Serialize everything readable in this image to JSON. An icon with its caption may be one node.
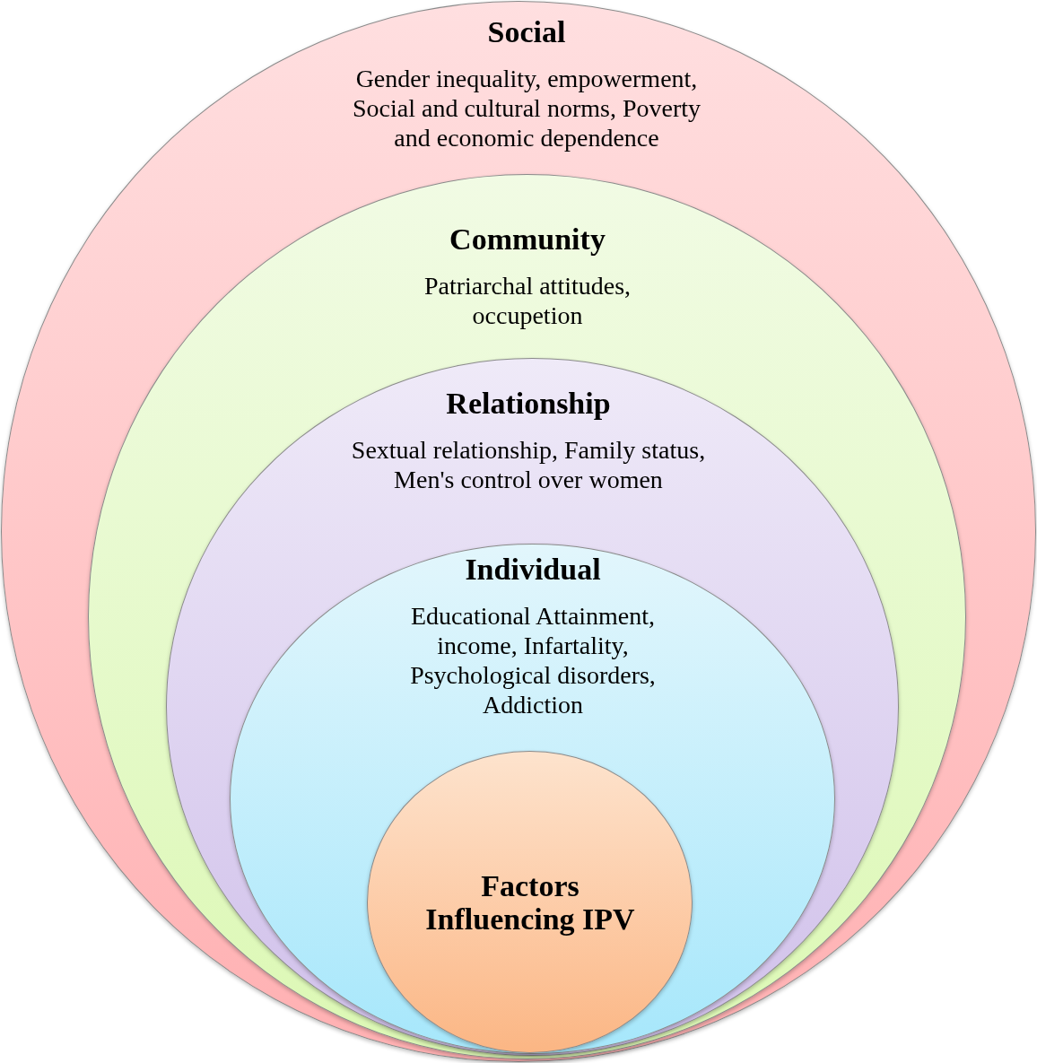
{
  "diagram": {
    "nodes": [
      {
        "text": [
          "Social",
          "Gender inequality, empowerment, Social and cultural norms, Poverty and economic dependence"
        ]
      },
      {
        "text": [
          "Community",
          "Patriarchal attitudes, occupetion"
        ],
        "in": 0
      },
      {
        "text": [
          "Relationship",
          "Sextual relationship, Family status, Men's control over women"
        ],
        "in": 1
      },
      {
        "text": [
          "Individual",
          "Educational Attainment, income, Infartality, Psychological disorders, Addiction"
        ],
        "in": 2
      },
      {
        "text": [
          "Factors Influencing IPV"
        ],
        "in": 3
      }
    ]
  }
}
